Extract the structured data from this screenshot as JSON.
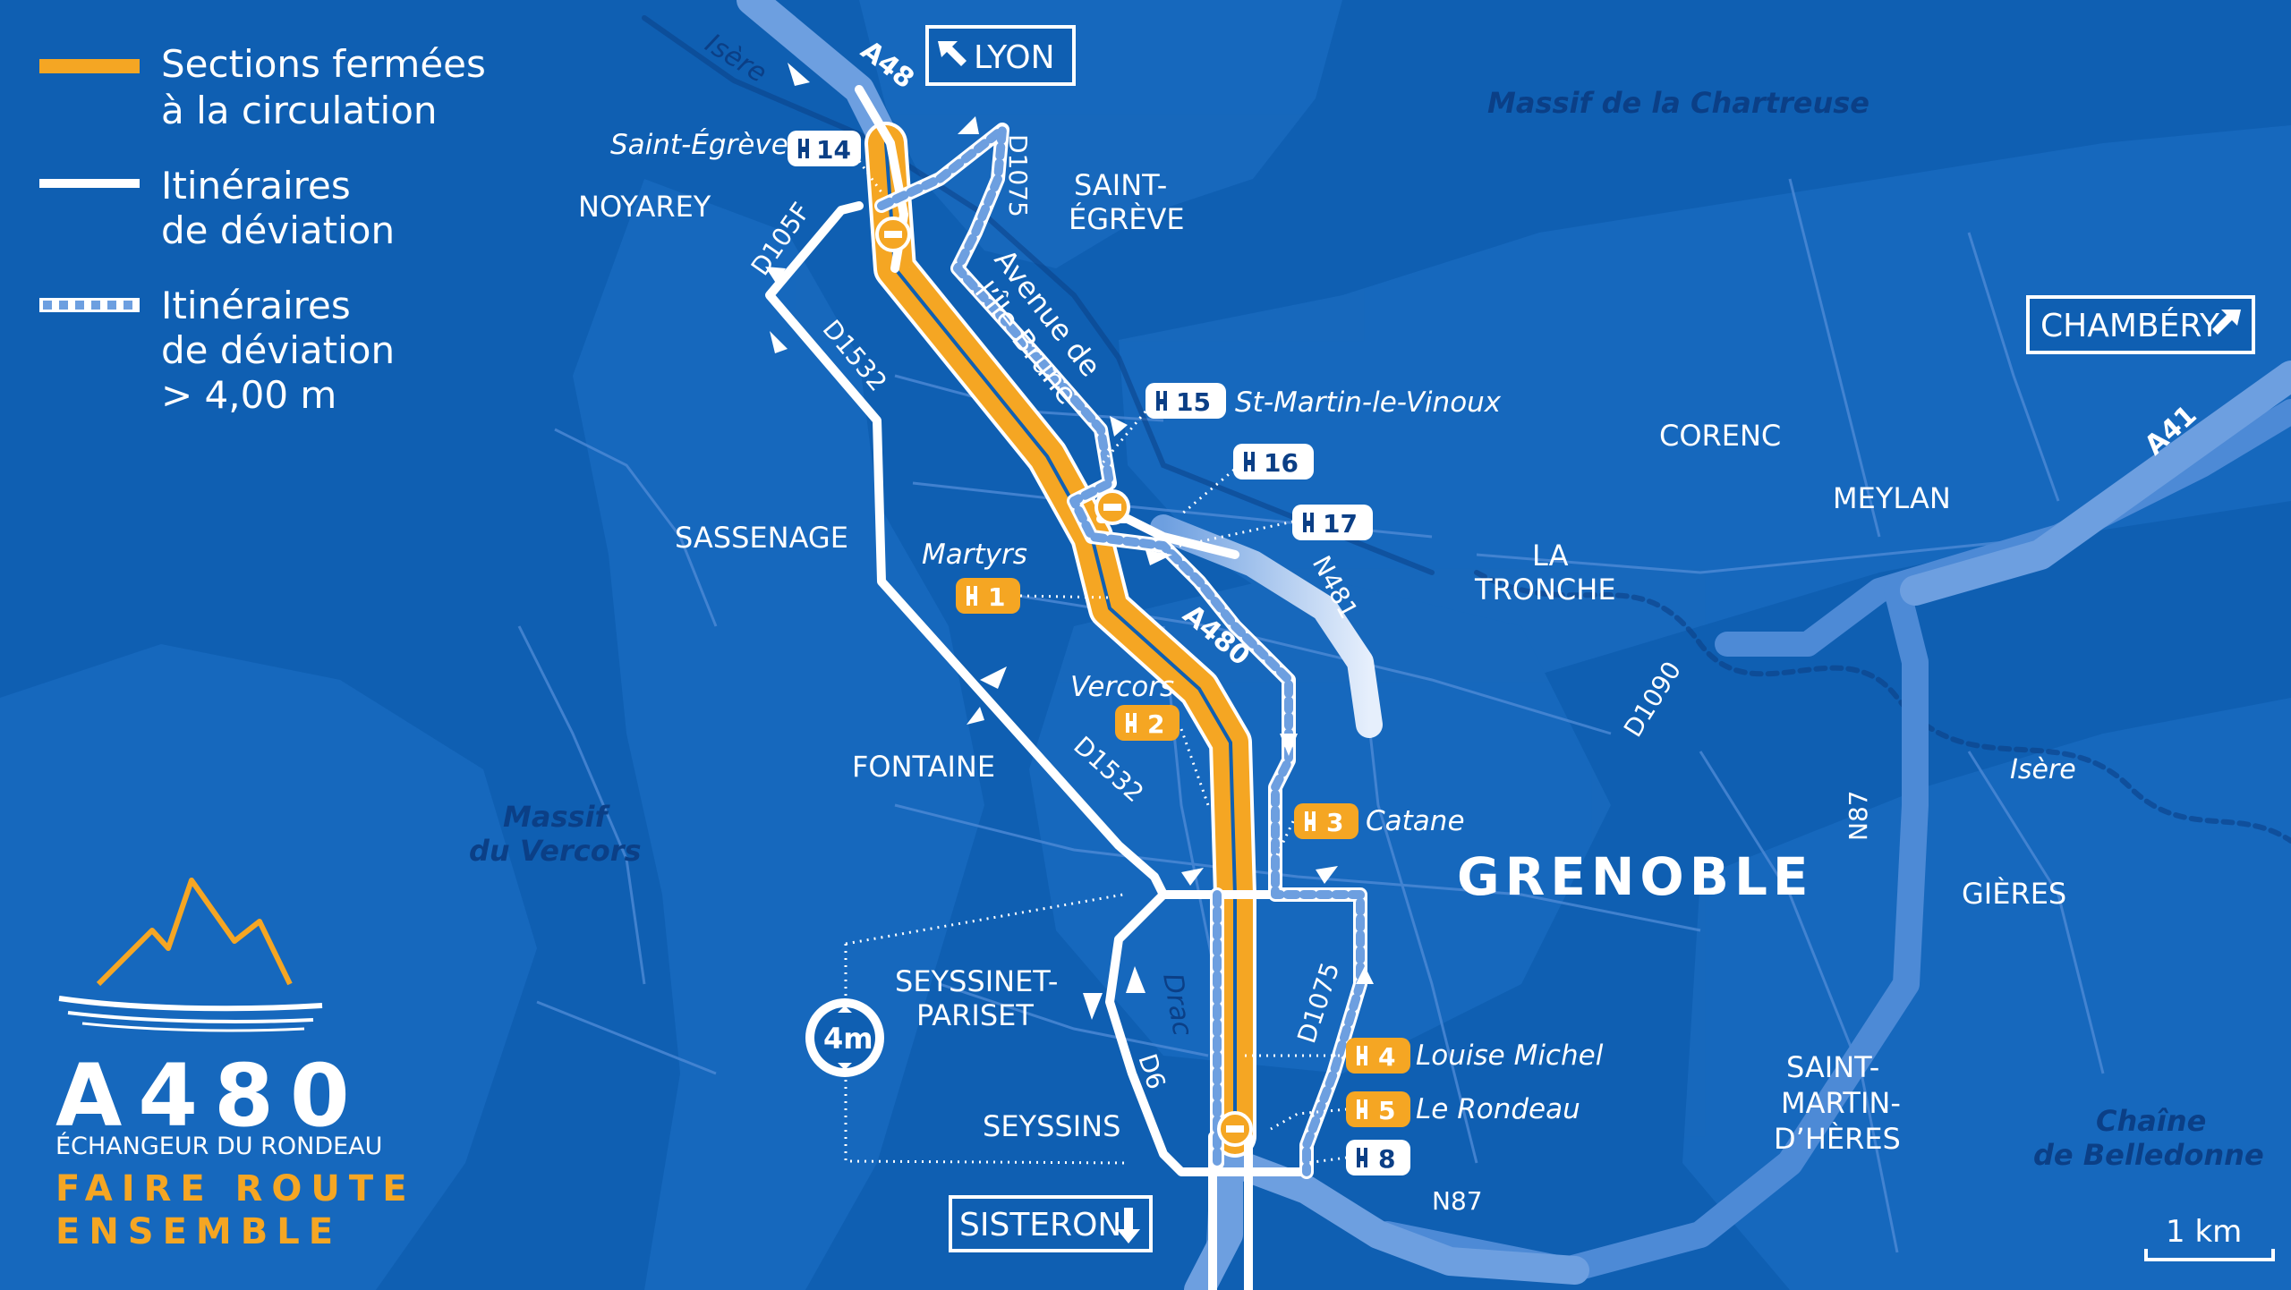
{
  "legend": {
    "closed_label_1": "Sections fermées",
    "closed_label_2": "à la circulation",
    "detour_label_1": "Itinéraires",
    "detour_label_2": "de déviation",
    "detour_high_label_1": "Itinéraires",
    "detour_high_label_2": "de déviation",
    "detour_high_label_3": "> 4,00 m"
  },
  "directions": {
    "lyon": "LYON",
    "chambery": "CHAMBÉRY",
    "sisteron": "SISTERON"
  },
  "motorways": {
    "a48": "A48",
    "a480": "A480",
    "a41": "A41"
  },
  "towns": {
    "noyarey": "NOYAREY",
    "saint_egreve_1": "SAINT-",
    "saint_egreve_2": "ÉGRÈVE",
    "sassenage": "SASSENAGE",
    "fontaine": "FONTAINE",
    "seyssinet_1": "SEYSSINET-",
    "seyssinet_2": "PARISET",
    "seyssins": "SEYSSINS",
    "corenc": "CORENC",
    "meylan": "MEYLAN",
    "la_tronche_1": "LA",
    "la_tronche_2": "TRONCHE",
    "grenoble": "GRENOBLE",
    "gieres": "GIÈRES",
    "smh_1": "SAINT-",
    "smh_2": "MARTIN-",
    "smh_3": "D’HÈRES"
  },
  "massifs": {
    "chartreuse": "Massif de la Chartreuse",
    "vercors_1": "Massif",
    "vercors_2": "du Vercors",
    "belledonne_1": "Chaîne",
    "belledonne_2": "de Belledonne"
  },
  "rivers": {
    "isere_nw": "Isère",
    "isere_e": "Isère",
    "drac": "Drac"
  },
  "roads": {
    "d105f": "D105F",
    "d1075_n": "D1075",
    "d1532_n": "D1532",
    "d1532_s": "D1532",
    "avenue_1": "Avenue de",
    "avenue_2": "l’Île Brune",
    "n481": "N481",
    "d1090": "D1090",
    "n87_v": "N87",
    "d1075_s": "D1075",
    "d6": "D6",
    "n87_s": "N87"
  },
  "exits": [
    {
      "num": "14",
      "name": "Saint-Égrève",
      "closed": false
    },
    {
      "num": "15",
      "name": "St-Martin-le-Vinoux",
      "closed": false
    },
    {
      "num": "16",
      "name": "",
      "closed": false
    },
    {
      "num": "17",
      "name": "",
      "closed": false
    },
    {
      "num": "1",
      "name": "Martyrs",
      "closed": true
    },
    {
      "num": "2",
      "name": "Vercors",
      "closed": true
    },
    {
      "num": "3",
      "name": "Catane",
      "closed": true
    },
    {
      "num": "4",
      "name": "Louise Michel",
      "closed": true
    },
    {
      "num": "5",
      "name": "Le Rondeau",
      "closed": true
    },
    {
      "num": "8",
      "name": "",
      "closed": false
    }
  ],
  "height_sign": "4m",
  "logo": {
    "title": "A480",
    "subtitle": "ÉCHANGEUR DU RONDEAU",
    "slogan_1": "FAIRE ROUTE",
    "slogan_2": "ENSEMBLE"
  },
  "scale": "1 km",
  "colors": {
    "background": "#0f5fb2",
    "closed": "#f5a623",
    "detour": "#ffffff",
    "dark": "#0b3f86",
    "relief": "#1a6bc0"
  }
}
